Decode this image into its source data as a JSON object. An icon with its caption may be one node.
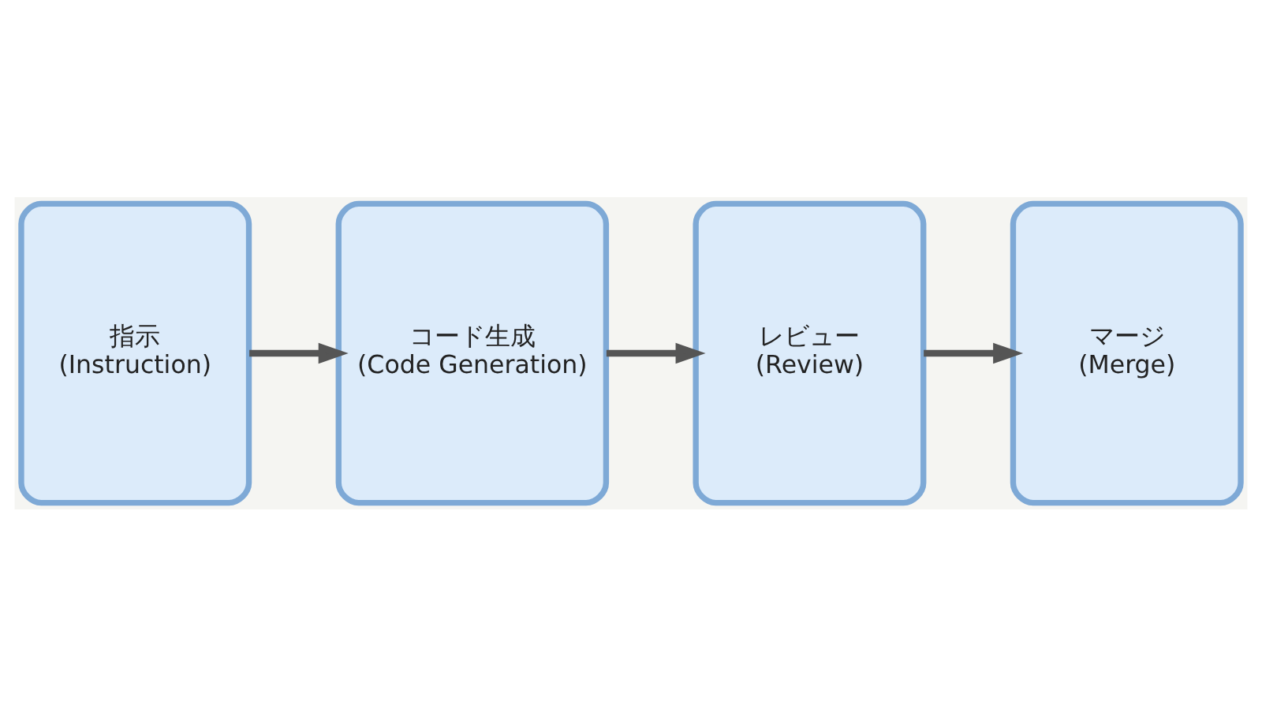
{
  "diagram": {
    "nodes": [
      {
        "text": [
          "指示",
          "(Instruction)"
        ]
      },
      {
        "text": [
          "コード生成",
          "(Code Generation)"
        ]
      },
      {
        "text": [
          "レビュー",
          "(Review)"
        ]
      },
      {
        "text": [
          "マージ",
          "(Merge)"
        ]
      }
    ],
    "edges": [
      {
        "from": 0,
        "to": 1,
        "arrow": "to"
      },
      {
        "from": 1,
        "to": 2,
        "arrow": "to"
      },
      {
        "from": 2,
        "to": 3,
        "arrow": "to"
      }
    ]
  }
}
